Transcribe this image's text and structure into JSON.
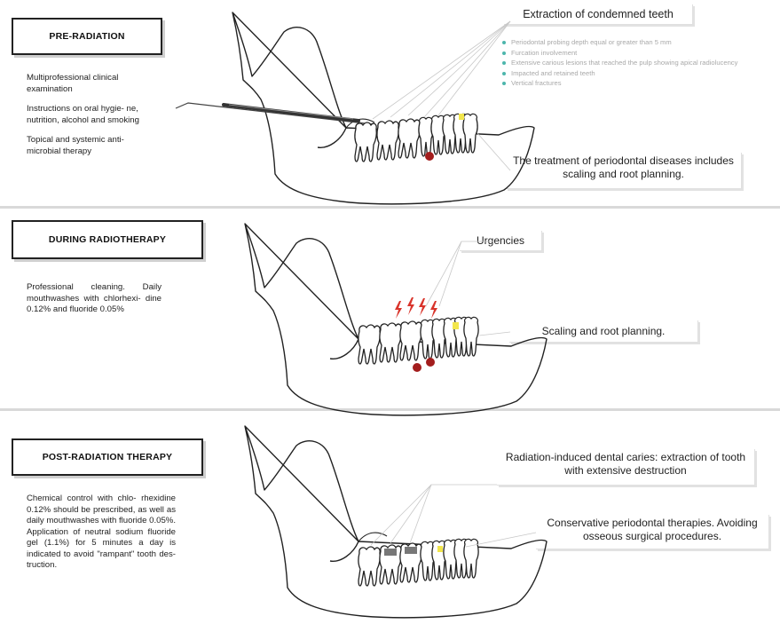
{
  "pre_radiation": {
    "title": "PRE-RADIATION",
    "items": [
      "Multiprofessional clinical examination",
      "Instructions on oral hygie- ne, nutrition, alcohol and smoking",
      "Topical and systemic anti- microbial therapy"
    ],
    "extraction_heading": "Extraction of condemned teeth",
    "extraction_criteria": [
      "Periodontal probing depth equal or greater than 5 mm",
      "Furcation involvement",
      "Extensive carious lesions that reached the pulp showing apical radiolucency",
      "Impacted and retained teeth",
      "Vertical fractures"
    ],
    "treatment_note": "The treatment of periodontal diseases includes scaling and root planning."
  },
  "during_radiotherapy": {
    "title": "DURING RADIOTHERAPY",
    "description": "Professional cleaning. Daily mouthwashes with chlorhexi- dine 0.12% and fluoride 0.05%",
    "urgencies": "Urgencies",
    "scaling": "Scaling and root planning."
  },
  "post_radiation": {
    "title": "POST-RADIATION THERAPY",
    "description": "Chemical control with chlo- rhexidine 0.12% should be prescribed, as well as daily mouthwashes with fluoride 0.05%. Application of neutral sodium fluoride gel (1.1%) for 5 minutes a day is indicated to avoid \"rampant\" tooth des- truction.",
    "caries_note": "Radiation-induced dental caries: extraction of tooth with extensive destruction",
    "periodontal_note": "Conservative periodontal therapies. Avoiding osseous surgical procedures."
  },
  "colors": {
    "outline": "#222222",
    "divider": "#d9d9d9",
    "bullet": "#4db6ac",
    "lesion": "#a31d1d",
    "lightning": "#d9342b",
    "highlight_tooth": "#f2e64c"
  },
  "icons": [
    "mandible-icon",
    "periodontal-probe-icon",
    "lightning-icon",
    "tooth-icon"
  ]
}
